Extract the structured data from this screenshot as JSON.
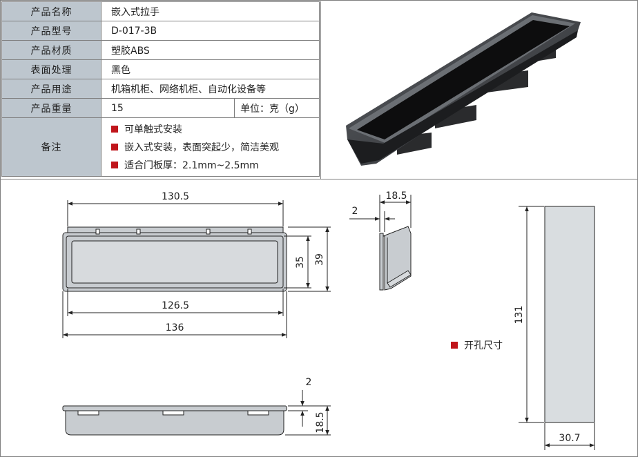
{
  "spec": {
    "rows": [
      {
        "label": "产品名称",
        "value": "嵌入式拉手"
      },
      {
        "label": "产品型号",
        "value": "D-017-3B"
      },
      {
        "label": "产品材质",
        "value": "塑胶ABS"
      },
      {
        "label": "表面处理",
        "value": "黑色"
      },
      {
        "label": "产品用途",
        "value": "机箱机柜、网络机柜、自动化设备等"
      },
      {
        "label": "产品重量",
        "value": "15",
        "unit": "单位：克（g）"
      }
    ],
    "notes": {
      "label": "备注",
      "items": [
        "可单触式安装",
        "嵌入式安装，表面突起少，简洁美观",
        "适合门板厚：2.1mm~2.5mm"
      ]
    }
  },
  "drawing": {
    "front": {
      "outer_width": "130.5",
      "inner_width": "126.5",
      "total_width": "136",
      "inner_height": "35",
      "outer_height": "39"
    },
    "side": {
      "depth": "18.5",
      "flange": "2"
    },
    "bottom": {
      "flange": "2",
      "depth": "18.5"
    },
    "cutout": {
      "title": "开孔尺寸",
      "height": "131",
      "width": "30.7"
    }
  },
  "colors": {
    "label_bg": "#bdc6ce",
    "bullet": "#c0151b",
    "cutout_fill": "#d9dde0",
    "body_fill": "#c8ccd0"
  }
}
